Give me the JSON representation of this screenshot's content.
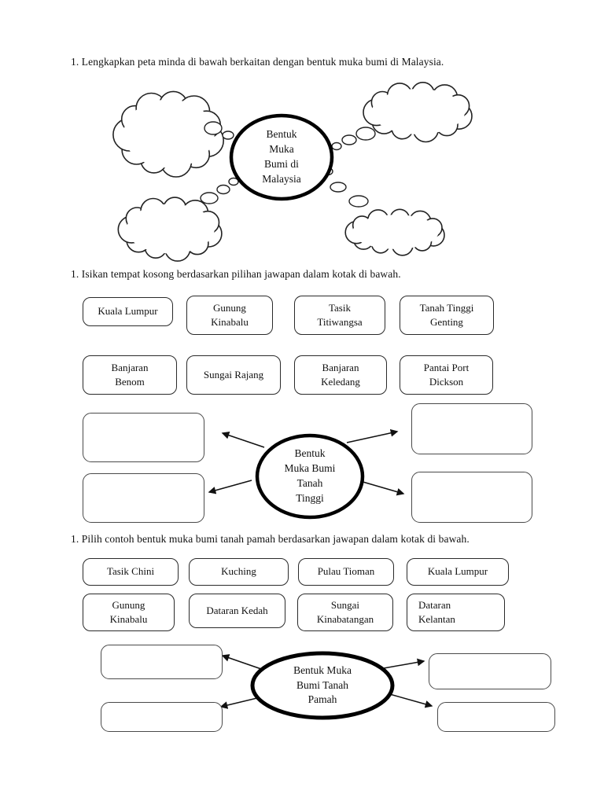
{
  "instructions": {
    "q1": "1. Lengkapkan peta minda di bawah berkaitan dengan bentuk muka bumi di Malaysia.",
    "q2": "1. Isikan tempat kosong berdasarkan pilihan jawapan dalam kotak di bawah.",
    "q3": "1. Pilih contoh bentuk muka bumi tanah pamah berdasarkan jawapan dalam kotak di bawah."
  },
  "mindmap1": {
    "center_label": "Bentuk\nMuka\nBumi di\nMalaysia"
  },
  "mindmap2": {
    "center_label": "Bentuk\nMuka Bumi\nTanah\nTinggi"
  },
  "mindmap3": {
    "center_label": "Bentuk Muka\nBumi Tanah\nPamah"
  },
  "word_bank_1": {
    "options": [
      "Kuala Lumpur",
      "Gunung\nKinabalu",
      "Tasik\nTitiwangsa",
      "Tanah Tinggi\nGenting",
      "Banjaran\nBenom",
      "Sungai Rajang",
      "Banjaran\nKeledang",
      "Pantai Port\nDickson"
    ]
  },
  "word_bank_2": {
    "options": [
      "Tasik Chini",
      "Kuching",
      "Pulau Tioman",
      "Kuala Lumpur",
      "Gunung\nKinabalu",
      "Dataran Kedah",
      "Sungai\nKinabatangan",
      "Dataran\nKelantan"
    ]
  },
  "colors": {
    "ink": "#111111",
    "thick_outline": "#000000",
    "box_border": "#2a2a2a"
  }
}
